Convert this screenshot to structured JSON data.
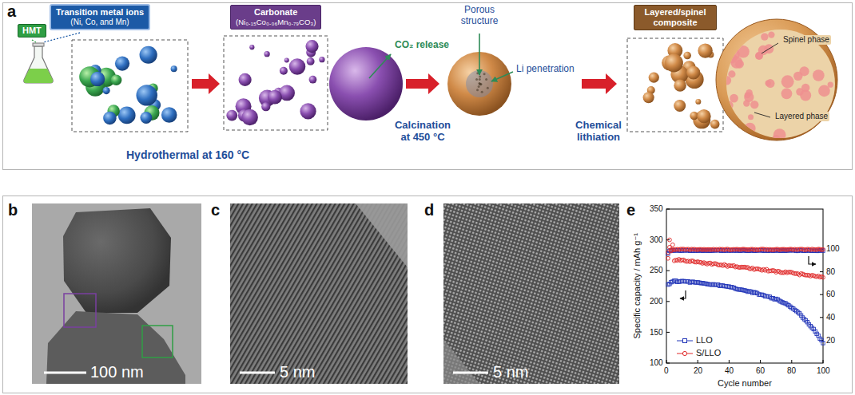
{
  "diagram": {
    "nodes": [
      {
        "text": [
          "HMT"
        ]
      },
      {
        "text": [
          "Transition metal ions",
          "(Ni, Co, and Mn)"
        ]
      },
      {
        "text": [
          "Carbonate",
          "(Ni₀.₁₅Co₀.₀₆Mn₀.₇₉CO₃)"
        ]
      },
      {
        "text": [
          "Layered/spinel composite"
        ]
      }
    ],
    "labels": [
      "a",
      "Hydrothermal at 160 °C",
      "CO₂ release",
      "Calcination at 450 °C",
      "Porous structure",
      "Li penetration",
      "Chemical lithiation",
      "Spinel phase",
      "Layered phase",
      "b",
      "100 nm",
      "c",
      "5 nm",
      "d",
      "5 nm",
      "e",
      "Specific capacity / mAh g⁻¹",
      "Cycle number",
      "350",
      "300",
      "250",
      "200",
      "150",
      "100",
      "0",
      "20",
      "40",
      "60",
      "80",
      "100",
      "100",
      "80",
      "60",
      "40",
      "20"
    ],
    "legend": [
      {
        "text": "LLO"
      },
      {
        "text": "S/LLO"
      }
    ]
  }
}
